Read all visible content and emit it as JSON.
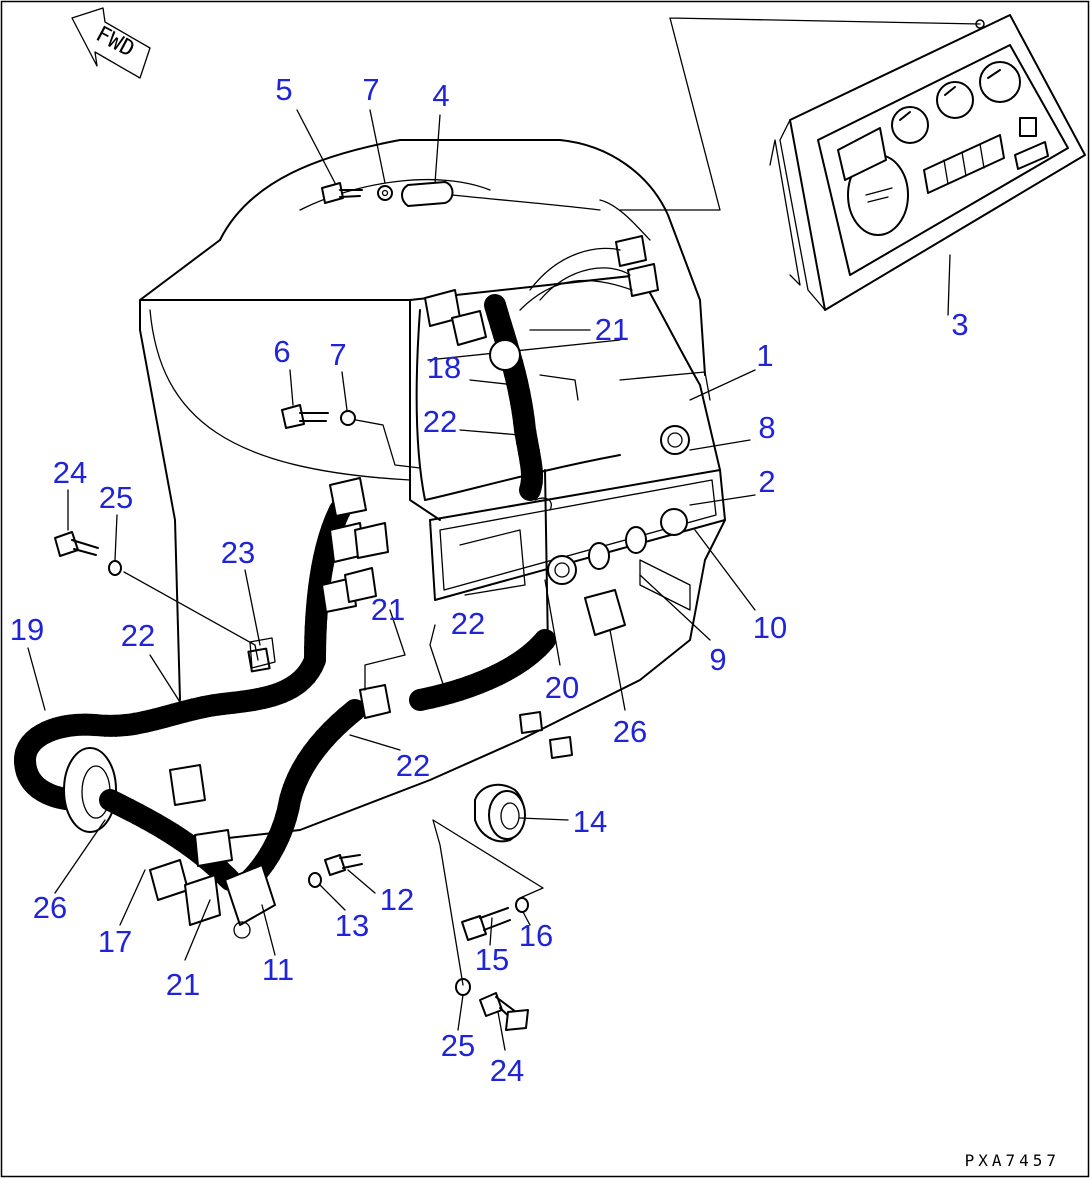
{
  "orientation_label": "FWD",
  "drawing_code": "PXA7457",
  "callouts": [
    "5",
    "7",
    "4",
    "3",
    "21",
    "18",
    "6",
    "7",
    "22",
    "1",
    "8",
    "2",
    "24",
    "25",
    "23",
    "21",
    "22",
    "10",
    "9",
    "20",
    "19",
    "22",
    "26",
    "22",
    "14",
    "26",
    "12",
    "17",
    "13",
    "16",
    "11",
    "15",
    "21",
    "25",
    "24"
  ]
}
